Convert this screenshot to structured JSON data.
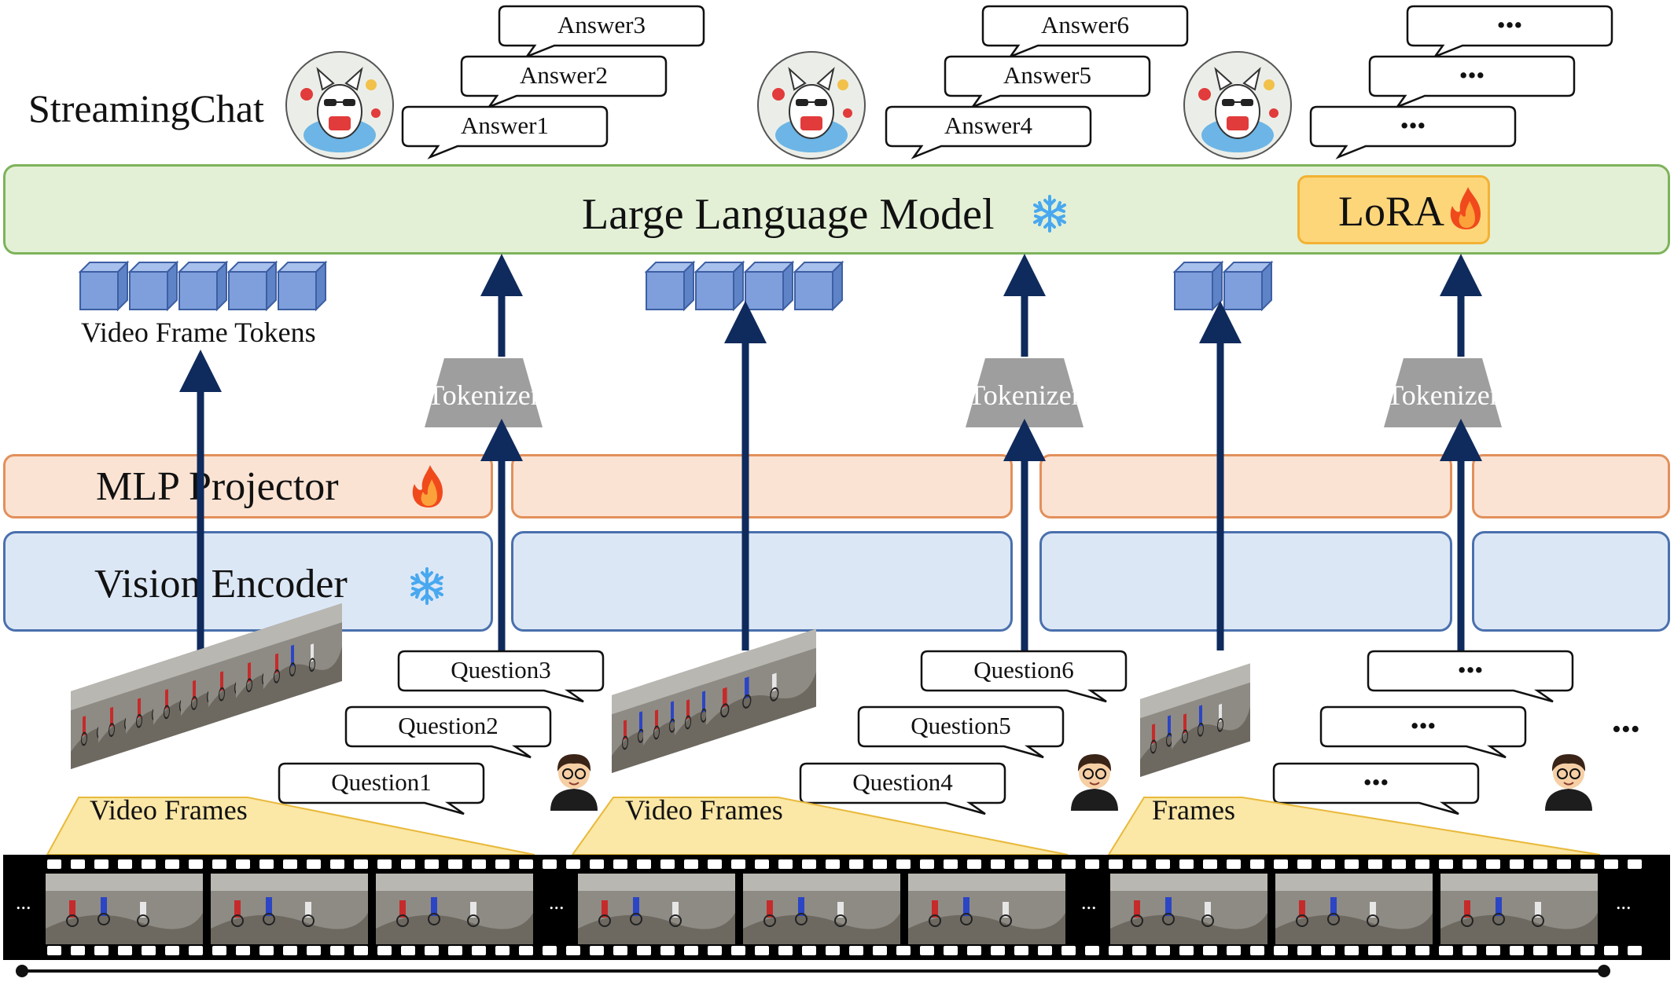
{
  "title": "StreamingChat",
  "llm": {
    "label": "Large Language Model",
    "lora_label": "LoRA",
    "frozen_icon": "snowflake-icon",
    "trainable_icon": "flame-icon"
  },
  "mlp_projector": {
    "label": "MLP Projector",
    "icon": "flame-icon"
  },
  "vision_encoder": {
    "label": "Vision Encoder",
    "icon": "snowflake-icon"
  },
  "tokenizer_label": "Tokenizer",
  "video_frame_tokens_label": "Video Frame Tokens",
  "frame_labels": [
    "Video Frames",
    "Video Frames",
    "Frames"
  ],
  "answers": [
    "Answer1",
    "Answer2",
    "Answer3",
    "Answer4",
    "Answer5",
    "Answer6",
    "•••",
    "•••",
    "•••"
  ],
  "questions": [
    "Question1",
    "Question2",
    "Question3",
    "Question4",
    "Question5",
    "Question6",
    "•••",
    "•••",
    "•••"
  ],
  "trailing_ellipsis": "•••",
  "filmstrip_ellipsis": "...",
  "colors": {
    "llm_fill": "#e3f0d6",
    "llm_border": "#7db35a",
    "lora_fill": "#fdd67a",
    "mlp_fill": "#fbe3d4",
    "mlp_border": "#e2905b",
    "encoder_fill": "#dce7f6",
    "encoder_border": "#4a70ad",
    "arrow": "#0f2a5c",
    "token_cube": "#7e9fdc",
    "tokenizer": "#9e9e9e",
    "frame_highlight": "#fbe7a6"
  }
}
